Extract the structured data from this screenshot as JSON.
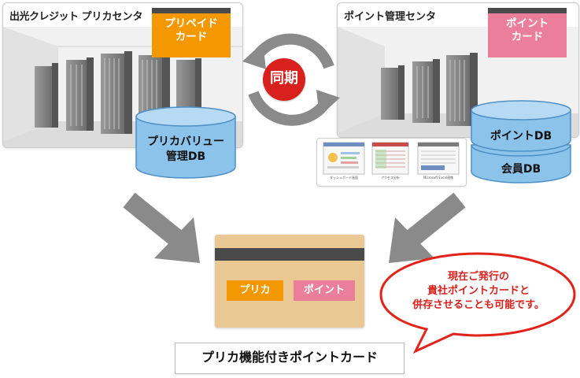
{
  "left_center": {
    "brand": "出光クレジット",
    "title": "プリカセンタ",
    "card_line1": "プリペイド",
    "card_line2": "カード",
    "db_line1": "プリカバリュー",
    "db_line2": "管理DB"
  },
  "sync_label": "同期",
  "right_center": {
    "title": "ポイント管理センタ",
    "card_line1": "ポイント",
    "card_line2": "カード",
    "db_top": "ポイントDB",
    "db_bottom": "会員DB",
    "screenshots": [
      "ダッシュボード画面",
      "アクセス分析",
      "Microsoft Excel連携"
    ]
  },
  "combined_card": {
    "prepaid_tag": "プリカ",
    "point_tag": "ポイント"
  },
  "callout": {
    "line1": "現在ご発行の",
    "line2": "貴社ポイントカードと",
    "line3": "併存させることも可能です。"
  },
  "bottom_label": "プリカ機能付きポイントカード",
  "colors": {
    "prepaid_orange": "#f39800",
    "point_pink": "#eb7f9b",
    "sync_red": "#d8201c",
    "db_blue": "#8cc3ea",
    "arrow_gray": "#8a8a8a",
    "card_beige": "#e9c893",
    "callout_red": "#e2231a"
  }
}
